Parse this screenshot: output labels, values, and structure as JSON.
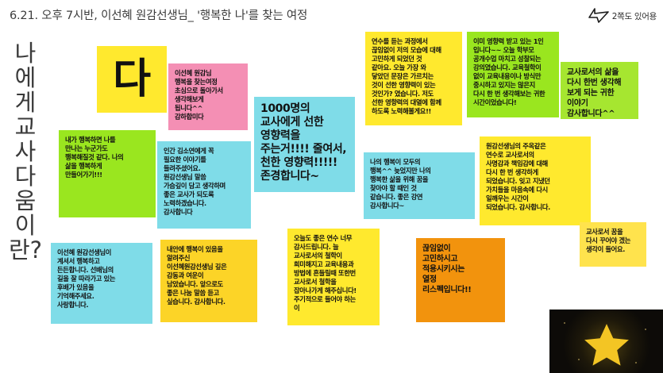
{
  "header": {
    "title": "6.21. 오후 7시반, 이선혜 원감선생님_  '행복한 나'를 찾는 여정",
    "corner_label": "2쪽도 있어용",
    "corner_icon": "arrow-up-right-icon"
  },
  "vertical_title": "나에게 교사다움이란?",
  "colors": {
    "yellow": "#ffe92e",
    "yellow_soft": "#fcd427",
    "yellow_pale": "#ffe34d",
    "green": "#9ae61f",
    "green_bright": "#a6e630",
    "cyan": "#7fdce8",
    "pink": "#f48fb4",
    "orange": "#f2930d",
    "video_bg": "#0d0b08",
    "star": "#f3c524",
    "text": "#111111",
    "header_text": "#3c3c3c"
  },
  "notes": [
    {
      "id": "note-da",
      "color": "yellow",
      "text": "다",
      "style": "huge"
    },
    {
      "id": "note-pink-top",
      "color": "pink",
      "text": "이선혜 원감님\n행복을 찾는여정\n초심으로 돌아가서\n생각해보게\n됩니다^^\n감하합미다"
    },
    {
      "id": "note-1000",
      "color": "cyan",
      "text": "1000명의\n교사에게 선한\n영향력을\n주는거!!!! 줄여서,\n천한 영향력!!!!!\n존경합니다~",
      "style": "big"
    },
    {
      "id": "note-yeonsu",
      "color": "yellow",
      "text": "연수를 듣는 과정에서\n끊임없이 저의 모습에 대해\n고민하게 되었던 것\n같아요. 오늘 가장 와\n닿았던 문장은 가르치는\n것이 선한 영향력이 있는\n것인가? 였습니다. 저도\n선한 영향력의 대열에 함께\n하도록 노력해볼게요!!"
    },
    {
      "id": "note-green-top",
      "color": "green",
      "text": "이미 영향력 받고 있는 1인\n입니다~~ 오늘 학부모\n공개수업 마치고 성찰되는\n강의였습니다. 교육철학이\n없이 교육내용이나 방식만\n중시하고 있지는 않은지\n다시 한 번 생각해보는 귀한\n시간이었습니다!"
    },
    {
      "id": "note-green-right",
      "color": "green_bright",
      "text": "교사로서의 삶을\n다시 한번 생각해\n보게 되는 귀한\n이야기\n감사합니다^^",
      "style": "mid"
    },
    {
      "id": "note-happy-green",
      "color": "green",
      "text": "내가 행복하면 나를\n만나는 누군가도\n행복해질것 같다. 나의\n삶을 행복하게\n만들어가기!!!"
    },
    {
      "id": "note-ingan",
      "color": "cyan",
      "text": "인간 김소연에게 꼭\n필요한 이야기를\n들려주셨어요.\n원감선생님 말씀\n가슴깊이 담고 생각하며\n좋은 교사가 되도록\n노력하겠습니다.\n감사합니다"
    },
    {
      "id": "note-my-happy",
      "color": "cyan",
      "text": "나의 행복이 모두의\n행복^^ 늦었지만 나의\n행복한 삶을 위해 꿈을\n찾아야 할 때인 것\n같습니다. 좋은 강연\n감사합니다~"
    },
    {
      "id": "note-jukbo",
      "color": "yellow",
      "text": "원감선생님의 주옥같은\n연수로 교사로서의\n사명감과 책임감에 대해\n다시 한 번 생각하게\n되었습니다. 잊고 지냈던\n가치들을 마음속에 다시\n일깨우는 시간이\n되었습니다. 감사합니다."
    },
    {
      "id": "note-teacher-dream",
      "color": "yellow_pale",
      "text": "교사로서 꿈을\n다시 꾸어야 겠는\n생각이 들어요."
    },
    {
      "id": "note-lee-bottom",
      "color": "cyan",
      "text": "이선혜 원감선생님이\n계셔서 행복하고\n든든합니다. 선배님의\n길을 잘 따라가고 있는\n후배가 있음을\n기억해주세요.\n사랑합니다."
    },
    {
      "id": "note-inside-happy",
      "color": "yellow_soft",
      "text": "내안에 행복이 있음을\n알려주신\n이선혜원감선생님 깊은\n감동과 여운이\n남았습니다.  앞으로도\n좋은 나눔 말씀 듣고\n싶습니다. 감사합니다."
    },
    {
      "id": "note-today-good",
      "color": "yellow",
      "text": "오늘도 좋은 연수 너무\n감사드립니다. 늘\n교사로서의 철학이\n희미해지고 교육내용과\n방법에 흔들릴때 또한번\n교사로서 철학을\n잡아나가게 해주십니다!\n주기적으로 들어야 하는\n이"
    },
    {
      "id": "note-respect",
      "color": "orange",
      "text": "끊임없이\n고민하시고\n적용시키시는\n열정\n리스펙입니다!!",
      "style": "mid"
    }
  ],
  "video": {
    "id": "video-thumbnail",
    "icon": "star-icon"
  }
}
